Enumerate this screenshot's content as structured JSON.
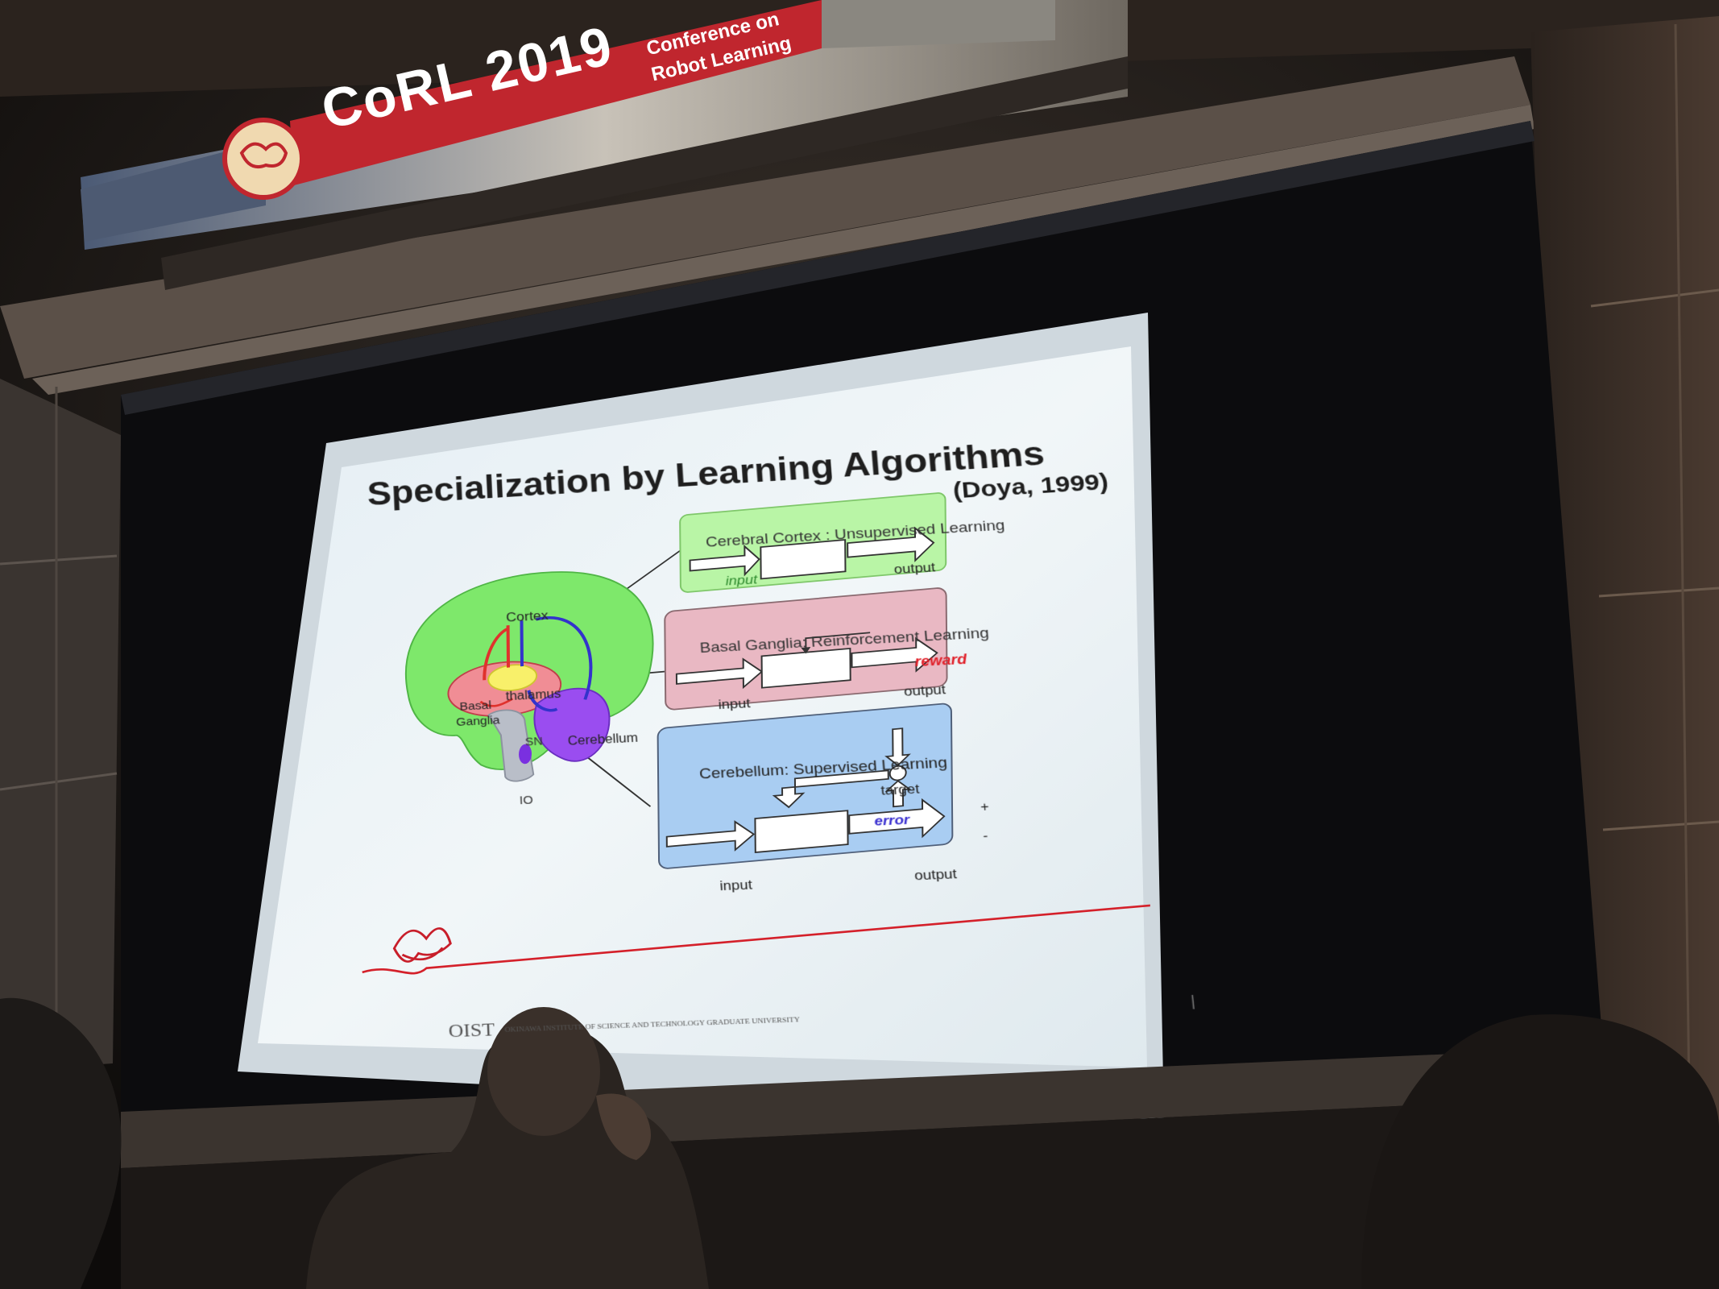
{
  "banner": {
    "event_title": "CoRL 2019",
    "event_subtitle_line1": "Conference on",
    "event_subtitle_line2": "Robot Learning"
  },
  "slide": {
    "title": "Specialization by Learning Algorithms",
    "citation": "(Doya, 1999)",
    "brain": {
      "cortex": "Cortex",
      "basal_line1": "Basal",
      "basal_line2": "Ganglia",
      "thalamus": "thalamus",
      "sn": "SN",
      "cerebellum": "Cerebellum",
      "io": "IO"
    },
    "panels": {
      "cortex": {
        "heading": "Cerebral Cortex : Unsupervised Learning",
        "input": "input",
        "output": "output"
      },
      "basal": {
        "heading": "Basal Ganglia: Reinforcement Learning",
        "reward": "reward",
        "input": "input",
        "output": "output"
      },
      "cerebellum": {
        "heading": "Cerebellum: Supervised Learning",
        "target": "target",
        "plus": "+",
        "minus": "-",
        "error": "error",
        "input": "input",
        "output": "output"
      }
    },
    "footer": {
      "logo": "OIST",
      "institute": "OKINAWA INSTITUTE OF SCIENCE AND TECHNOLOGY GRADUATE UNIVERSITY",
      "page_mark": "|"
    }
  },
  "colors": {
    "banner_red": "#c0262e",
    "green_panel": "#b9f5a6",
    "pink_panel": "#e9b8c3",
    "blue_panel": "#a9cdf2",
    "slide_bg": "#eef4f8",
    "footer_line": "#d4202a"
  }
}
